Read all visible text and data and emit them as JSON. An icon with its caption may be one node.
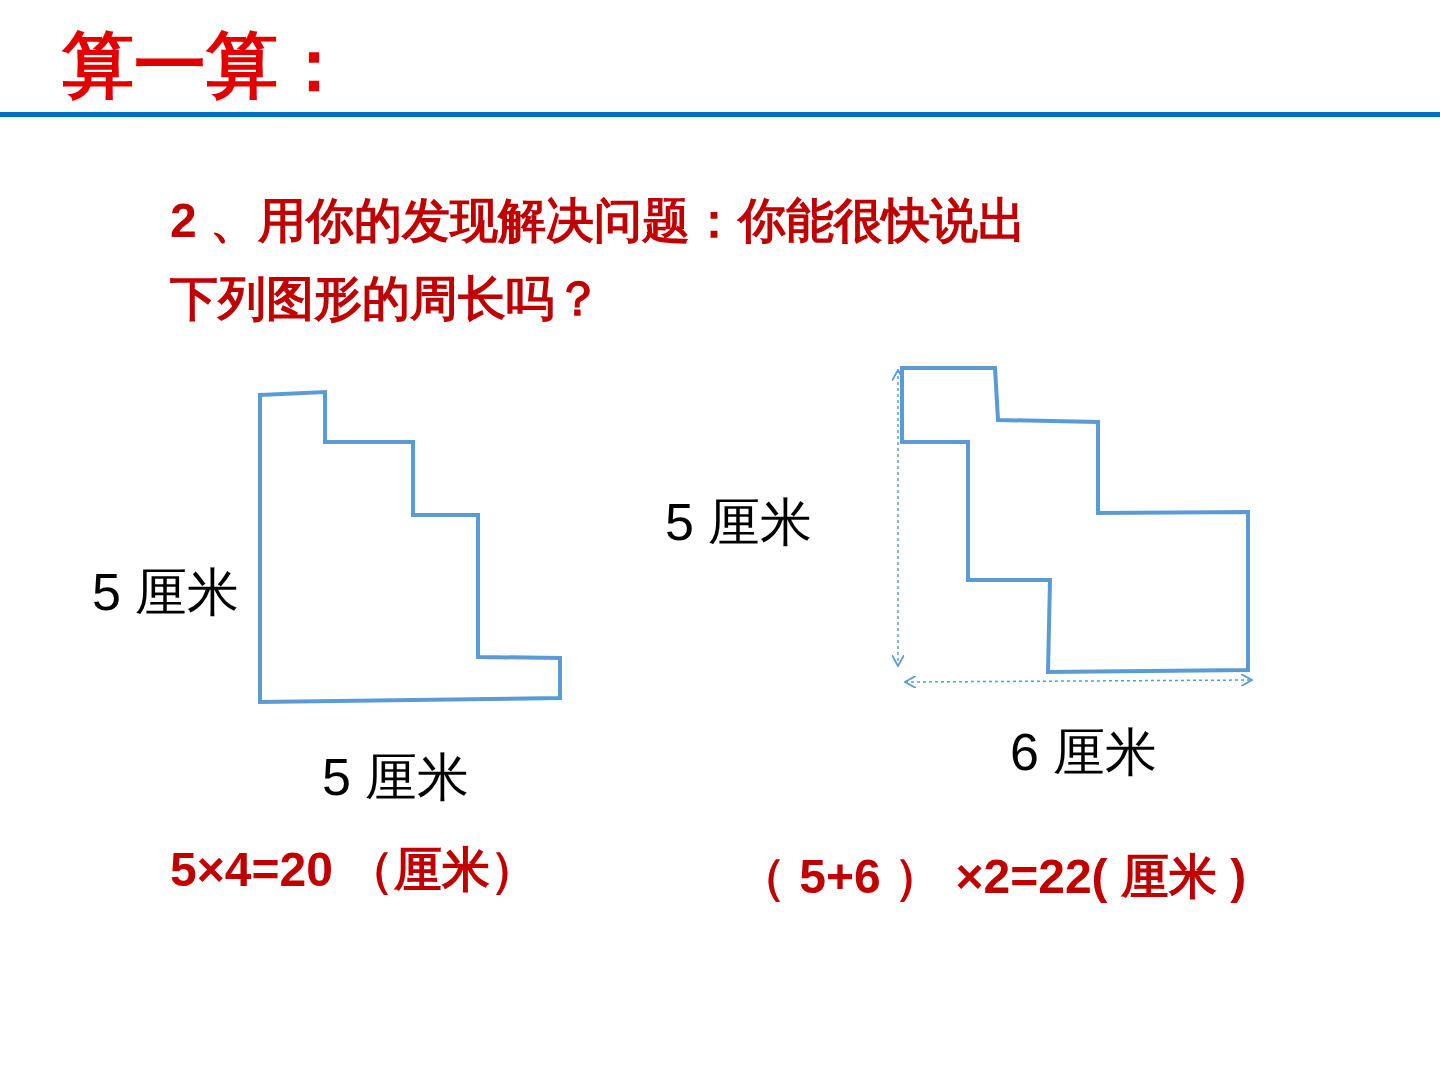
{
  "diagram": {
    "title": "算一算：",
    "labels": [
      "2 、用你的发现解决问题：你能很快说出下列图形的周长吗？",
      "5 厘米",
      "5 厘米",
      "6 厘米",
      "5 厘米",
      "5×4=20 （厘米）",
      "（ 5+6 ） ×2=22( 厘米 )"
    ]
  }
}
